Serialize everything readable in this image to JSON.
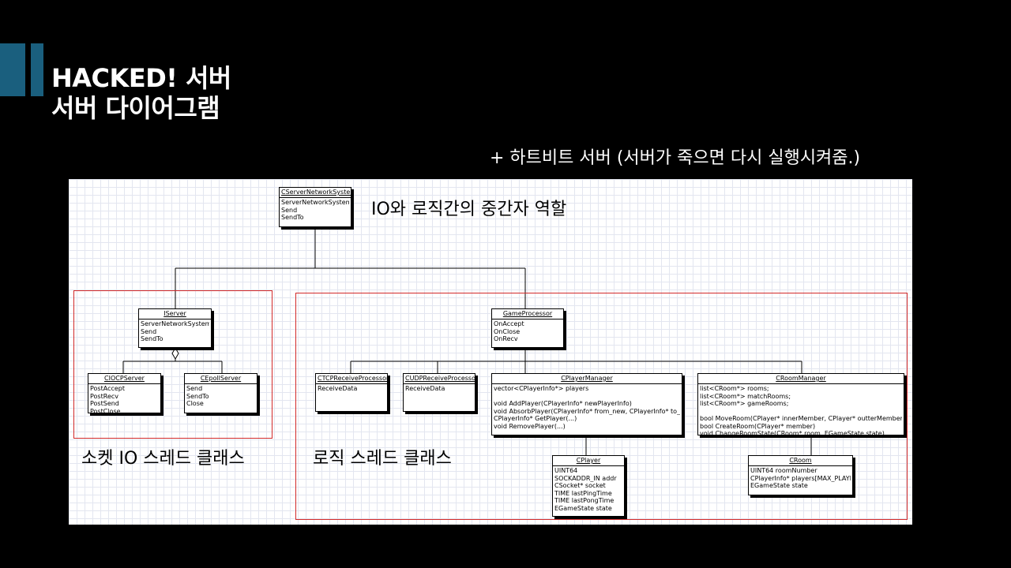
{
  "title": {
    "line1": "HACKED! 서버",
    "line2": "서버 다이어그램"
  },
  "subtitle": "+ 하트비트 서버 (서버가 죽으면 다시 실행시켜줌.)",
  "annotation": "IO와 로직간의 중간자 역할",
  "regions": {
    "socket": "소켓 IO 스레드 클래스",
    "logic": "로직 스레드 클래스"
  },
  "colors": {
    "accent": "#1a5f7e",
    "region_border": "#d22a2a",
    "background": "#000000"
  },
  "classes": {
    "server_network_system": {
      "name": "CServerNetworkSystem",
      "members": [
        "ServerNetworkSystem",
        "Send",
        "SendTo"
      ]
    },
    "iserver": {
      "name": "IServer",
      "members": [
        "ServerNetworkSystem",
        "Send",
        "SendTo"
      ]
    },
    "ciocp_server": {
      "name": "CIOCPServer",
      "members": [
        "PostAccept",
        "PostRecv",
        "PostSend",
        "PostClose"
      ]
    },
    "cepoll_server": {
      "name": "CEpollServer",
      "members": [
        "Send",
        "SendTo",
        "Close"
      ]
    },
    "game_processor": {
      "name": "GameProcessor",
      "members": [
        "OnAccept",
        "OnClose",
        "OnRecv"
      ]
    },
    "ctcp_receive_processor": {
      "name": "CTCPReceiveProcessor",
      "members": [
        "ReceiveData"
      ]
    },
    "cudp_receive_processor": {
      "name": "CUDPReceiveProcessor",
      "members": [
        "ReceiveData"
      ]
    },
    "cplayer_manager": {
      "name": "CPlayerManager",
      "members": [
        "vector<CPlayerInfo*> players",
        "",
        "void AddPlayer(CPlayerInfo* newPlayerInfo)",
        "void AbsorbPlayer(CPlayerInfo* from_new, CPlayerInfo* to_old)",
        "CPlayerInfo* GetPlayer(...)",
        "void RemovePlayer(...)"
      ]
    },
    "croom_manager": {
      "name": "CRoomManager",
      "members": [
        "list<CRoom*> rooms;",
        "list<CRoom*> matchRooms;",
        "list<CRoom*> gameRooms;",
        "",
        "bool MoveRoom(CPlayer* innerMember, CPlayer* outterMember)",
        "bool CreateRoom(CPlayer* member)",
        "void ChangeRoomState(CRoom* room, EGameState state)"
      ]
    },
    "cplayer": {
      "name": "CPlayer",
      "members": [
        "UINT64",
        "SOCKADDR_IN addr",
        "CSocket* socket",
        "TIME lastPingTime",
        "TIME lastPongTime",
        "EGameState state"
      ]
    },
    "croom": {
      "name": "CRoom",
      "members": [
        "UINT64 roomNumber",
        "CPlayerInfo* players[MAX_PLAYER]",
        "EGameState state"
      ]
    }
  }
}
